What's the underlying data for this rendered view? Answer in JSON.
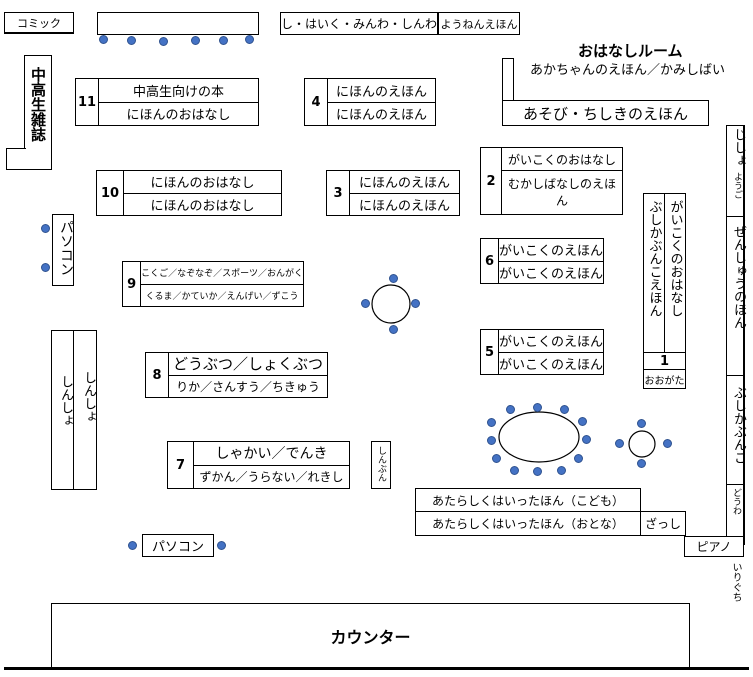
{
  "labels": {
    "comic": "コミック",
    "top_shelf": "し・はいく・みんわ・しんわ",
    "youneen": "ようねんえほん",
    "ohanashi_title": "おはなしルーム",
    "ohanashi_sub": "あかちゃんのえほん／かみしばい",
    "asobi": "あそび・ちしきのえほん",
    "chukousei_zasshi": "中高生雑誌",
    "pasokon_left": "パソコン",
    "pasokon_bottom": "パソコン",
    "shinsho_a": "しんしょ",
    "shinsho_b": "しんしょ",
    "shinbun": "しんぶん",
    "counter": "カウンター",
    "piano": "ピアノ",
    "iriguchi": "いりぐち",
    "zasshi": "ざっし",
    "atarashiku_kodomo": "あたらしくはいったほん（こども）",
    "atarashiku_otona": "あたらしくはいったほん（おとな）",
    "right_jisho": "じしょ",
    "right_yougo": "ようご",
    "right_zenshu": "ぜんしゅうのほん",
    "right_bunko": "ぶんこ",
    "right_bunko_prefix": "ぶしかぶんこ",
    "right_douwa": "どうわ"
  },
  "shelves": {
    "s11": {
      "num": "11",
      "r1": "中高生向けの本",
      "r2": "にほんのおはなし"
    },
    "s4": {
      "num": "4",
      "r1": "にほんのえほん",
      "r2": "にほんのえほん"
    },
    "s10": {
      "num": "10",
      "r1": "にほんのおはなし",
      "r2": "にほんのおはなし"
    },
    "s3": {
      "num": "3",
      "r1": "にほんのえほん",
      "r2": "にほんのえほん"
    },
    "s2": {
      "num": "2",
      "r1": "がいこくのおはなし",
      "r2": "むかしばなしのえほん"
    },
    "s9": {
      "num": "9",
      "r1": "こくご／なぞなぞ／スポーツ／おんがく",
      "r2": "くるま／かていか／えんげい／ずこう"
    },
    "s6": {
      "num": "6",
      "r1": "がいこくのえほん",
      "r2": "がいこくのえほん"
    },
    "s8": {
      "num": "8",
      "r1": "どうぶつ／しょくぶつ",
      "r2": "りか／さんすう／ちきゅう"
    },
    "s5": {
      "num": "5",
      "r1": "がいこくのえほん",
      "r2": "がいこくのえほん"
    },
    "s7": {
      "num": "7",
      "r1": "しゃかい／でんき",
      "r2": "ずかん／うらない／れきし"
    },
    "s1": {
      "num": "1",
      "c1": "ぶしかぶんこえほん",
      "c2": "がいこくのおはなし",
      "foot": "おおがた"
    }
  }
}
